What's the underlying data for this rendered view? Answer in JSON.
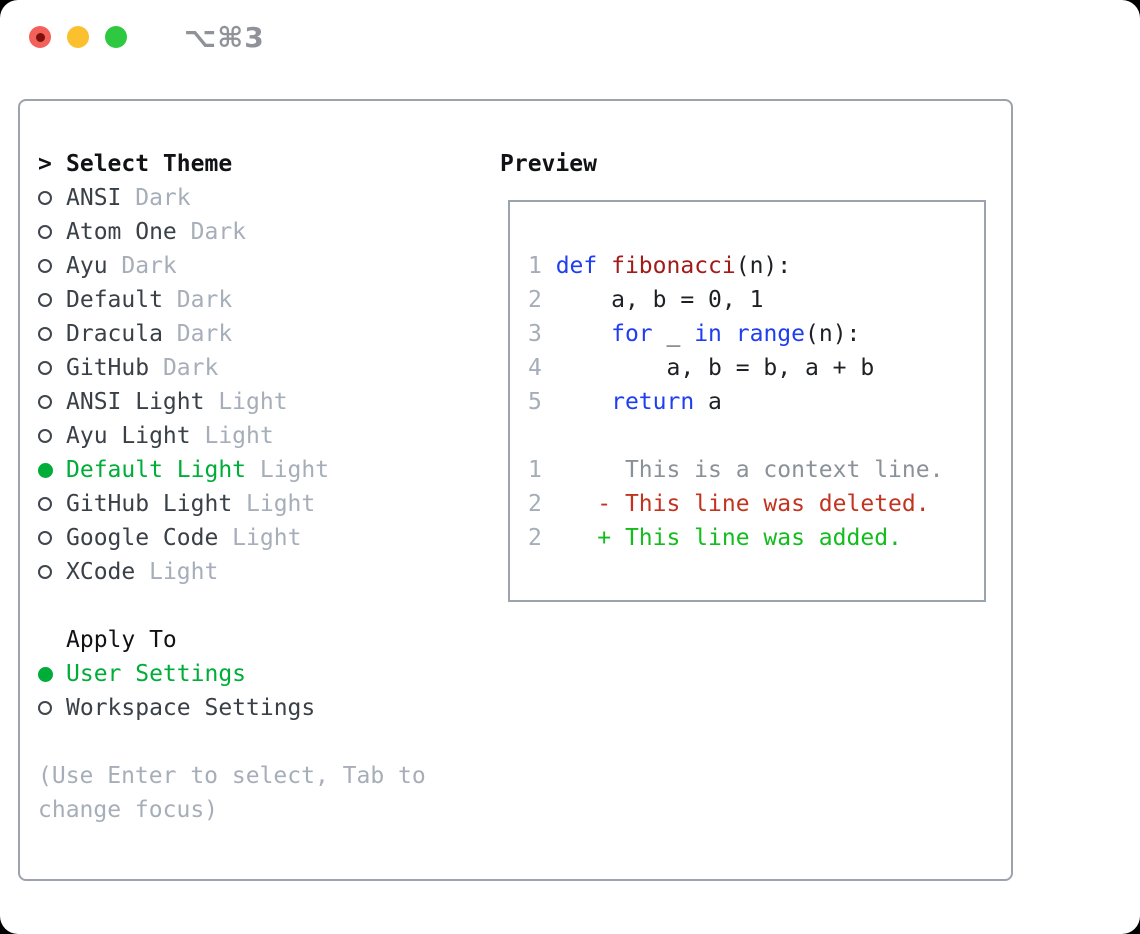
{
  "window": {
    "shortcut_label": "⌥⌘3"
  },
  "theme_panel": {
    "title_prefix": ">",
    "title": "Select Theme",
    "themes": [
      {
        "name": "ANSI",
        "variant": "Dark",
        "selected": false
      },
      {
        "name": "Atom One",
        "variant": "Dark",
        "selected": false
      },
      {
        "name": "Ayu",
        "variant": "Dark",
        "selected": false
      },
      {
        "name": "Default",
        "variant": "Dark",
        "selected": false
      },
      {
        "name": "Dracula",
        "variant": "Dark",
        "selected": false
      },
      {
        "name": "GitHub",
        "variant": "Dark",
        "selected": false
      },
      {
        "name": "ANSI Light",
        "variant": "Light",
        "selected": false
      },
      {
        "name": "Ayu Light",
        "variant": "Light",
        "selected": false
      },
      {
        "name": "Default Light",
        "variant": "Light",
        "selected": true
      },
      {
        "name": "GitHub Light",
        "variant": "Light",
        "selected": false
      },
      {
        "name": "Google Code",
        "variant": "Light",
        "selected": false
      },
      {
        "name": "XCode",
        "variant": "Light",
        "selected": false
      }
    ],
    "apply_to": {
      "title": "Apply To",
      "options": [
        {
          "label": "User Settings",
          "selected": true
        },
        {
          "label": "Workspace Settings",
          "selected": false
        }
      ]
    },
    "hint_lines": [
      "(Use Enter to select, Tab to",
      "change focus)"
    ]
  },
  "preview": {
    "title": "Preview",
    "lines": [
      {
        "segs": [
          [
            "num",
            "1 "
          ],
          [
            "kw",
            "def"
          ],
          [
            "plain",
            " "
          ],
          [
            "fn",
            "fibonacci"
          ],
          [
            "plain",
            "(n):"
          ]
        ]
      },
      {
        "segs": [
          [
            "num",
            "2 "
          ],
          [
            "plain",
            "    a, b = 0, 1"
          ]
        ]
      },
      {
        "segs": [
          [
            "num",
            "3 "
          ],
          [
            "plain",
            "    "
          ],
          [
            "kw",
            "for"
          ],
          [
            "plain",
            " _ "
          ],
          [
            "kw",
            "in"
          ],
          [
            "plain",
            " "
          ],
          [
            "kw",
            "range"
          ],
          [
            "plain",
            "(n):"
          ]
        ]
      },
      {
        "segs": [
          [
            "num",
            "4 "
          ],
          [
            "plain",
            "        a, b = b, a + b"
          ]
        ]
      },
      {
        "segs": [
          [
            "num",
            "5 "
          ],
          [
            "plain",
            "    "
          ],
          [
            "kw",
            "return"
          ],
          [
            "plain",
            " a"
          ]
        ]
      },
      {
        "segs": [
          [
            "plain",
            " "
          ]
        ]
      },
      {
        "segs": [
          [
            "num",
            "1"
          ],
          [
            "ctx",
            "      This is a context line."
          ]
        ]
      },
      {
        "segs": [
          [
            "num",
            "2"
          ],
          [
            "del",
            "    - This line was deleted."
          ]
        ]
      },
      {
        "segs": [
          [
            "num",
            "2"
          ],
          [
            "add",
            "    + This line was added."
          ]
        ]
      }
    ]
  },
  "colors": {
    "keyword_blue": "#1e3ef0",
    "function_red": "#a31a1a",
    "plain_code": "#1d2024",
    "line_number_gray": "#a5adb8",
    "context_gray": "#8b9198",
    "deleted_red": "#c23420",
    "added_green": "#13bd1d",
    "selection_green": "#00ad39",
    "muted_gray": "#a6aeb9",
    "list_text": "#3a4047",
    "header_black": "#101215",
    "panel_border": "#9aa3ae",
    "traffic_red": "#f4605a",
    "traffic_yellow": "#fbc02d",
    "traffic_green": "#2fc941",
    "shortcut_gray": "#8f9399"
  }
}
